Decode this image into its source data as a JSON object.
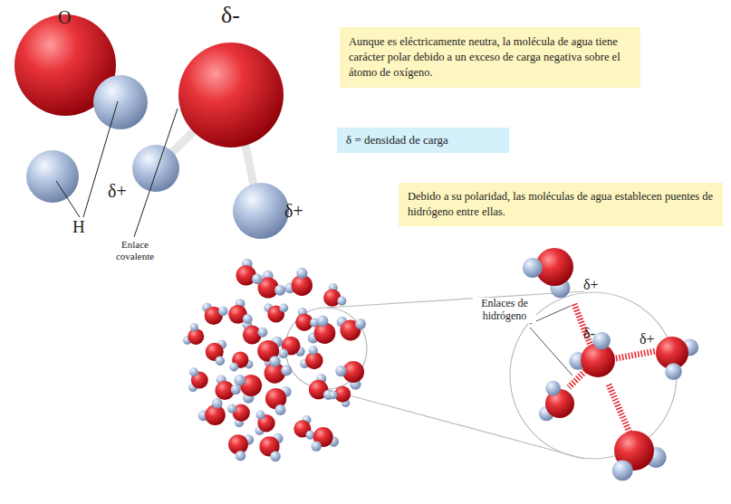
{
  "diagram": {
    "nodes": [
      {
        "text": [
          "Aunque es eléctricamente neutra, la molécula de agua tiene carácter polar debido a un exceso de carga negativa sobre el átomo de oxígeno."
        ]
      },
      {
        "text": [
          "δ = densidad de carga"
        ]
      },
      {
        "text": [
          "Debido a su polaridad, las moléculas de agua establecen puentes de hidrógeno entre ellas."
        ]
      }
    ],
    "labels": [
      "O",
      "δ-",
      "δ+",
      "δ+",
      "H",
      "Enlace covalente",
      "δ+",
      "Enlaces de hidrógeno",
      "δ-",
      "δ+"
    ]
  }
}
